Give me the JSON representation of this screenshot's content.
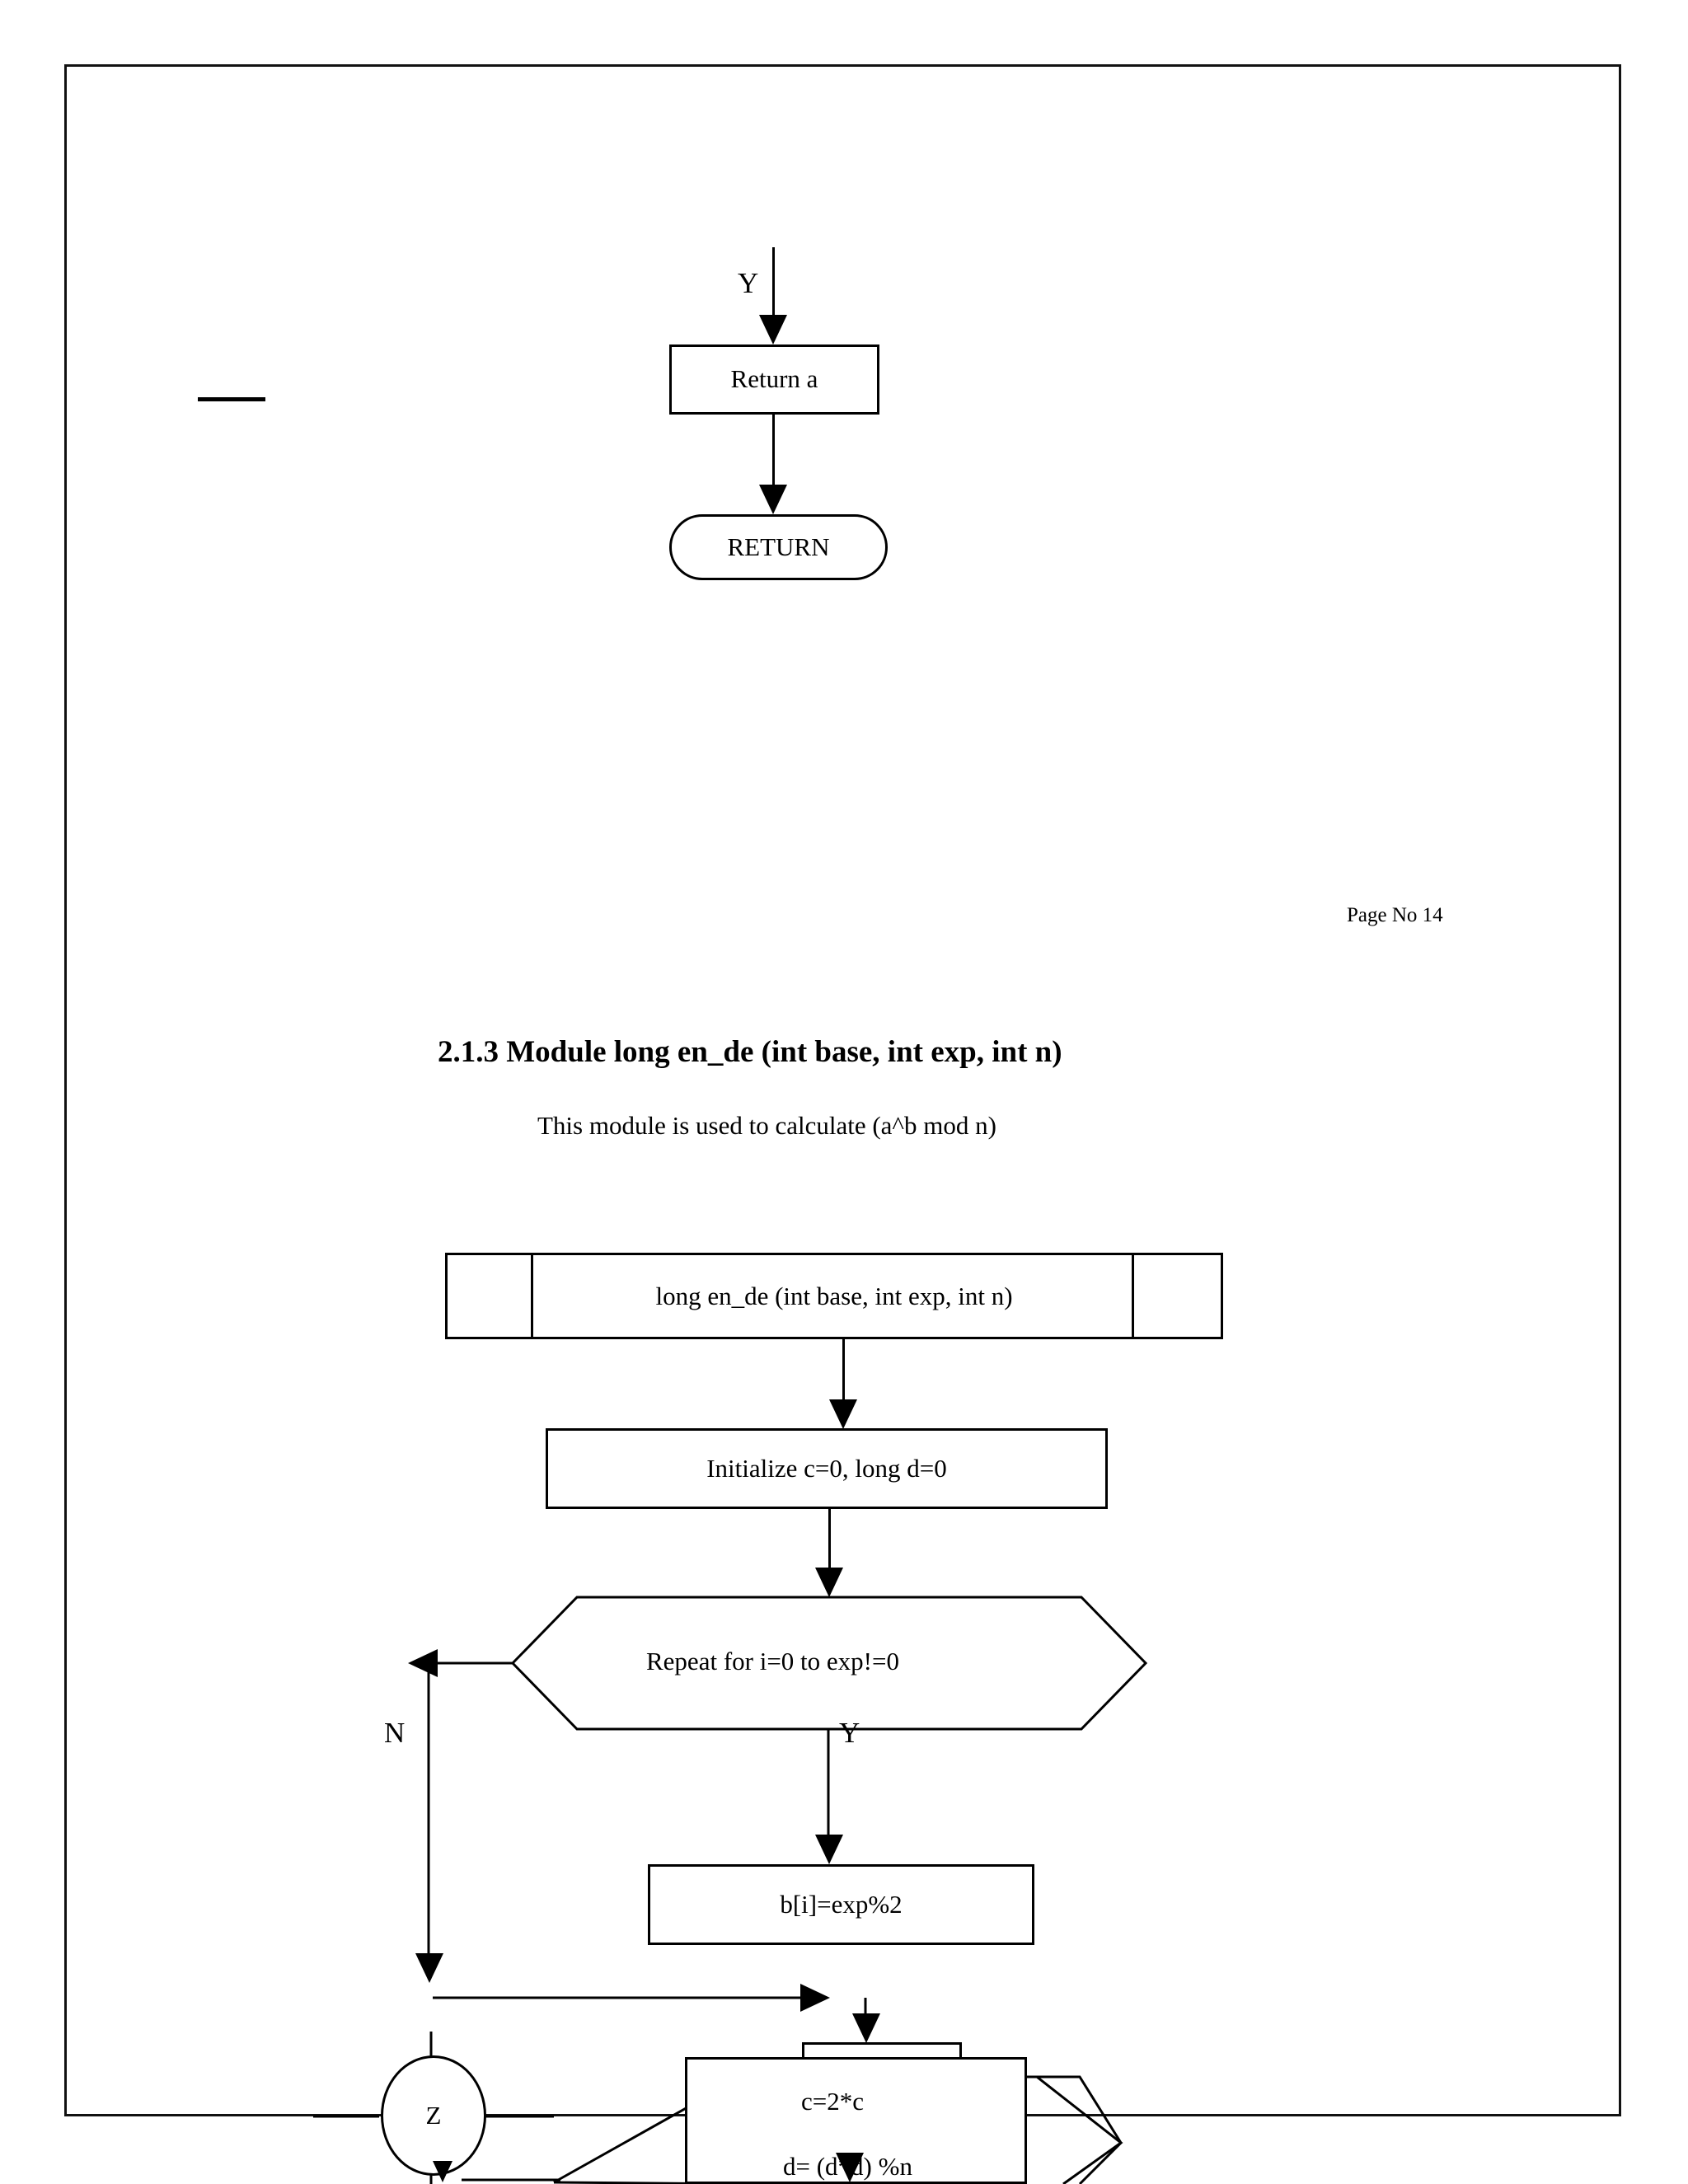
{
  "page": {
    "page_number_label": "Page No 14",
    "border_color": "#111111"
  },
  "top_flowchart": {
    "branch_label_y": "Y",
    "nodes": [
      {
        "id": "return-a",
        "shape": "process",
        "text": "Return a"
      },
      {
        "id": "return-terminator",
        "shape": "terminator",
        "text": "RETURN"
      }
    ]
  },
  "section": {
    "heading": "2.1.3 Module long en_de (int base, int exp, int n)",
    "description": "This module is used to calculate (a^b mod n)"
  },
  "module_flowchart": {
    "nodes": [
      {
        "id": "module-header",
        "shape": "subroutine",
        "text": "long en_de (int base, int exp, int n)"
      },
      {
        "id": "initialize",
        "shape": "process",
        "text": "Initialize c=0, long d=0"
      },
      {
        "id": "loop-decision",
        "shape": "hexagon",
        "text": "Repeat for i=0 to exp!=0"
      },
      {
        "id": "bi-assign",
        "shape": "process",
        "text": "b[i]=exp%2"
      },
      {
        "id": "compute-c",
        "shape": "process",
        "text": "c=2*c"
      },
      {
        "id": "compute-d",
        "shape": "process",
        "text": "d= (d*d) %n"
      },
      {
        "id": "connector-z",
        "shape": "connector",
        "text": "Z"
      }
    ],
    "branch_labels": {
      "no": "N",
      "yes": "Y"
    }
  }
}
